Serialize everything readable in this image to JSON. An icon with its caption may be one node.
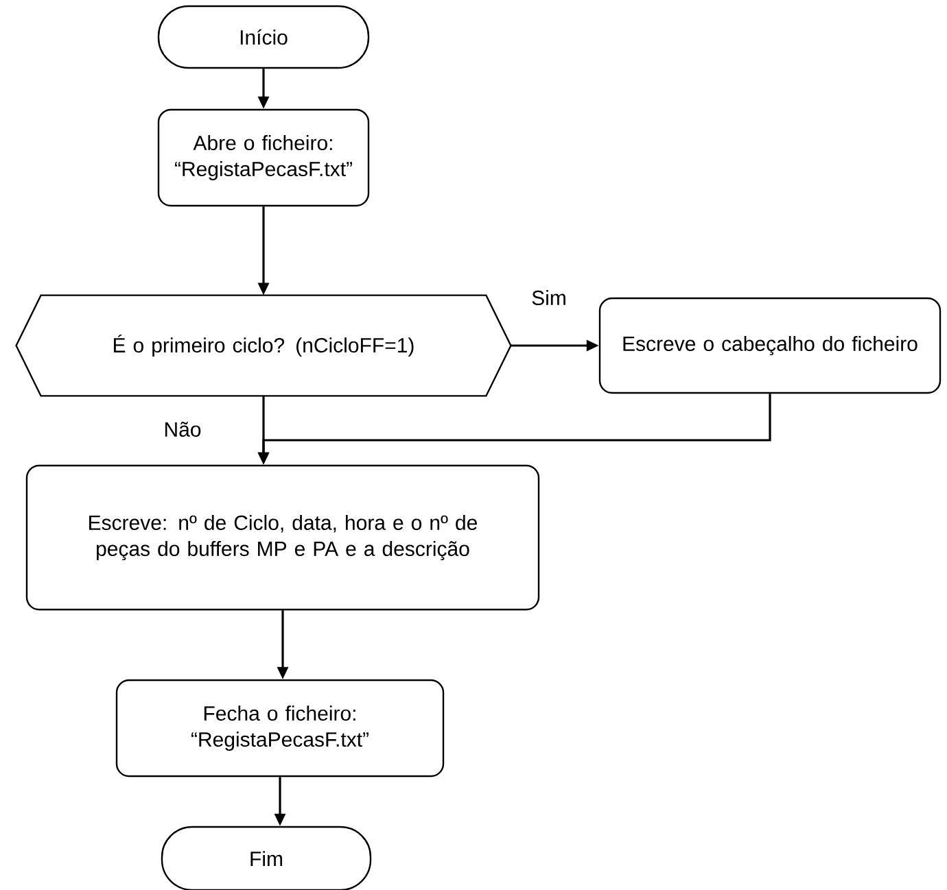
{
  "diagram": {
    "nodes": [
      {
        "text": [
          "Início"
        ]
      },
      {
        "text": [
          "Abre o ficheiro: “RegistaPecasF.txt”"
        ]
      },
      {
        "text": [
          "É o primeiro ciclo? (nCicloFF=1)"
        ]
      },
      {
        "text": [
          "Escreve o cabeçalho do ficheiro"
        ]
      },
      {
        "text": [
          "Escreve: nº de Ciclo, data, hora e o nº de peças do buffers MP e PA e a descrição"
        ]
      },
      {
        "text": [
          "Fecha o ficheiro: “RegistaPecasF.txt”"
        ]
      },
      {
        "text": [
          "Fim"
        ]
      }
    ],
    "edges": [
      {
        "from": 0,
        "to": 1,
        "arrow": "to"
      },
      {
        "from": 1,
        "to": 2,
        "arrow": "to"
      },
      {
        "from": 2,
        "to": 3,
        "arrow": "to",
        "label": "Sim"
      },
      {
        "from": 2,
        "to": 4,
        "arrow": "to",
        "label": "Não"
      },
      {
        "from": 3,
        "to": 4,
        "arrow": "to"
      },
      {
        "from": 4,
        "to": 5,
        "arrow": "to"
      },
      {
        "from": 5,
        "to": 6,
        "arrow": "to"
      }
    ]
  }
}
